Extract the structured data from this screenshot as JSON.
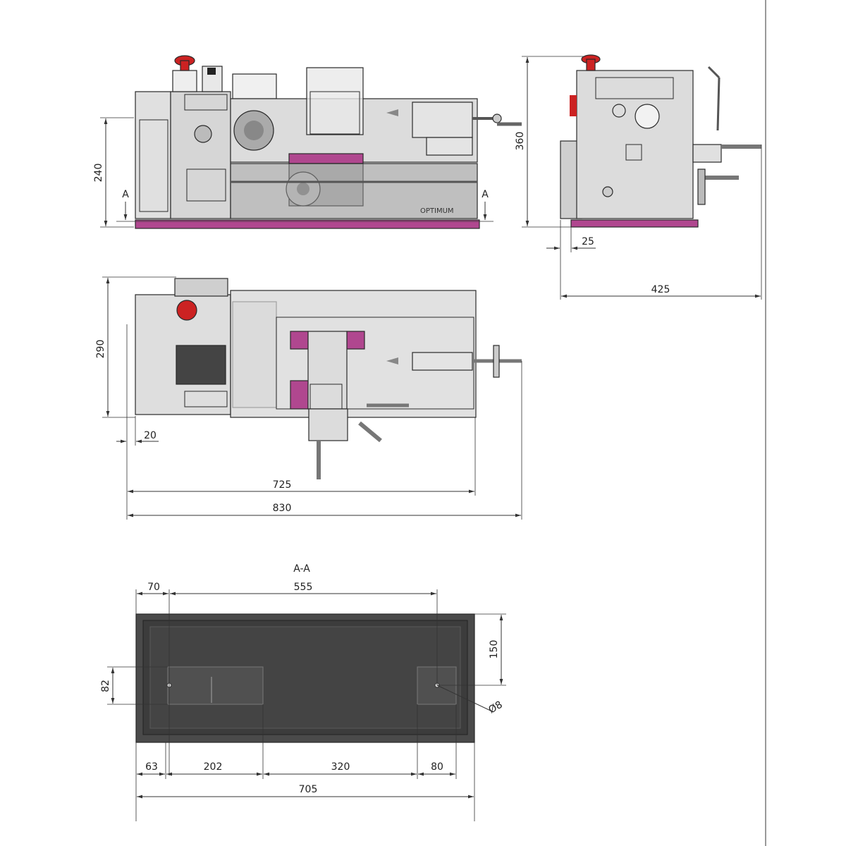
{
  "section_label": "A-A",
  "section_marker": "A",
  "brand": "OPTIMUM",
  "front_view": {
    "height_dim": "240"
  },
  "side_view": {
    "height_dim": "360",
    "offset_dim": "25",
    "depth_dim": "425"
  },
  "top_view": {
    "depth_dim": "290",
    "offset_dim": "20",
    "bed_length_dim": "725",
    "overall_length_dim": "830"
  },
  "section_view": {
    "top_left_dim": "70",
    "top_span_dim": "555",
    "right_vertical_dim": "150",
    "left_vertical_dim": "82",
    "hole_dim": "Ø8",
    "bottom_dims": [
      "63",
      "202",
      "320",
      "80"
    ],
    "overall_dim": "705"
  },
  "colors": {
    "machine_grey": "#d9d9d9",
    "dark_grey": "#555555",
    "accent_magenta": "#b0478f",
    "estop_red": "#cc2222",
    "tray_dark": "#4a4a4a"
  }
}
